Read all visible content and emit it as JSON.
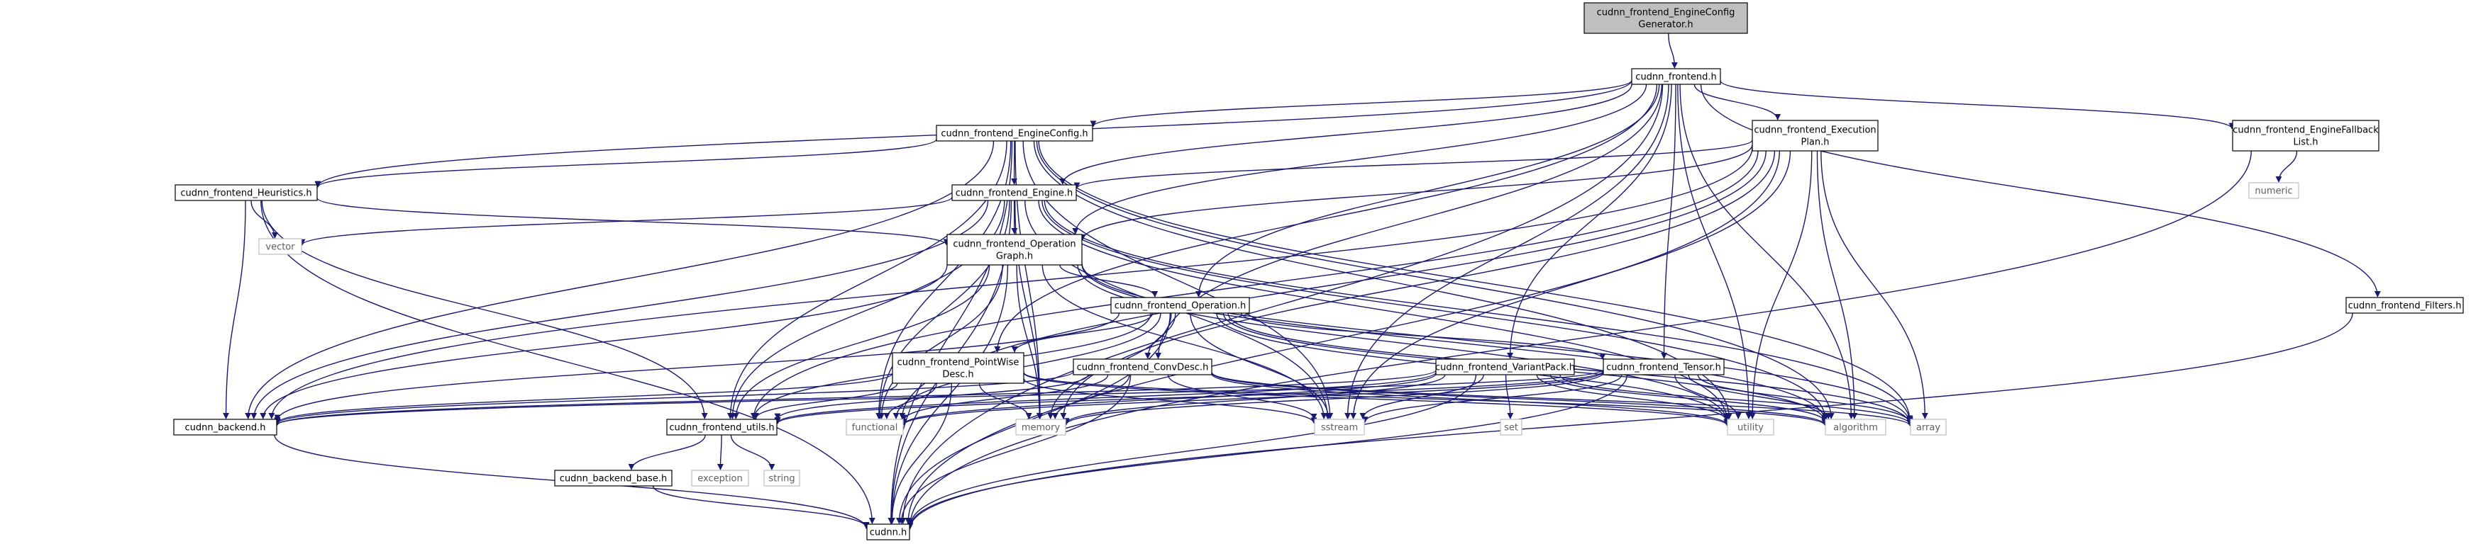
{
  "nodes": {
    "root": [
      "cudnn_frontend_EngineConfig",
      "Generator.h"
    ],
    "frontend": [
      "cudnn_frontend.h"
    ],
    "engineconfig": [
      "cudnn_frontend_EngineConfig.h"
    ],
    "execplan": [
      "cudnn_frontend_Execution",
      "Plan.h"
    ],
    "fallback": [
      "cudnn_frontend_EngineFallback",
      "List.h"
    ],
    "numeric": [
      "numeric"
    ],
    "heuristics": [
      "cudnn_frontend_Heuristics.h"
    ],
    "engine": [
      "cudnn_frontend_Engine.h"
    ],
    "vector": [
      "vector"
    ],
    "opgraph": [
      "cudnn_frontend_Operation",
      "Graph.h"
    ],
    "operation": [
      "cudnn_frontend_Operation.h"
    ],
    "filters": [
      "cudnn_frontend_Filters.h"
    ],
    "pointwise": [
      "cudnn_frontend_PointWise",
      "Desc.h"
    ],
    "convdesc": [
      "cudnn_frontend_ConvDesc.h"
    ],
    "variantpack": [
      "cudnn_frontend_VariantPack.h"
    ],
    "tensor": [
      "cudnn_frontend_Tensor.h"
    ],
    "backend": [
      "cudnn_backend.h"
    ],
    "utils": [
      "cudnn_frontend_utils.h"
    ],
    "functional": [
      "functional"
    ],
    "memory": [
      "memory"
    ],
    "sstream": [
      "sstream"
    ],
    "set": [
      "set"
    ],
    "utility": [
      "utility"
    ],
    "algorithm": [
      "algorithm"
    ],
    "array": [
      "array"
    ],
    "exception": [
      "exception"
    ],
    "string": [
      "string"
    ],
    "backendbase": [
      "cudnn_backend_base.h"
    ],
    "cudnn": [
      "cudnn.h"
    ]
  },
  "colors": {
    "edge": "#191970",
    "box_border": "#000000",
    "system_border": "#bfbfbf",
    "system_text": "#606060",
    "root_fill": "#bfbfbf"
  }
}
